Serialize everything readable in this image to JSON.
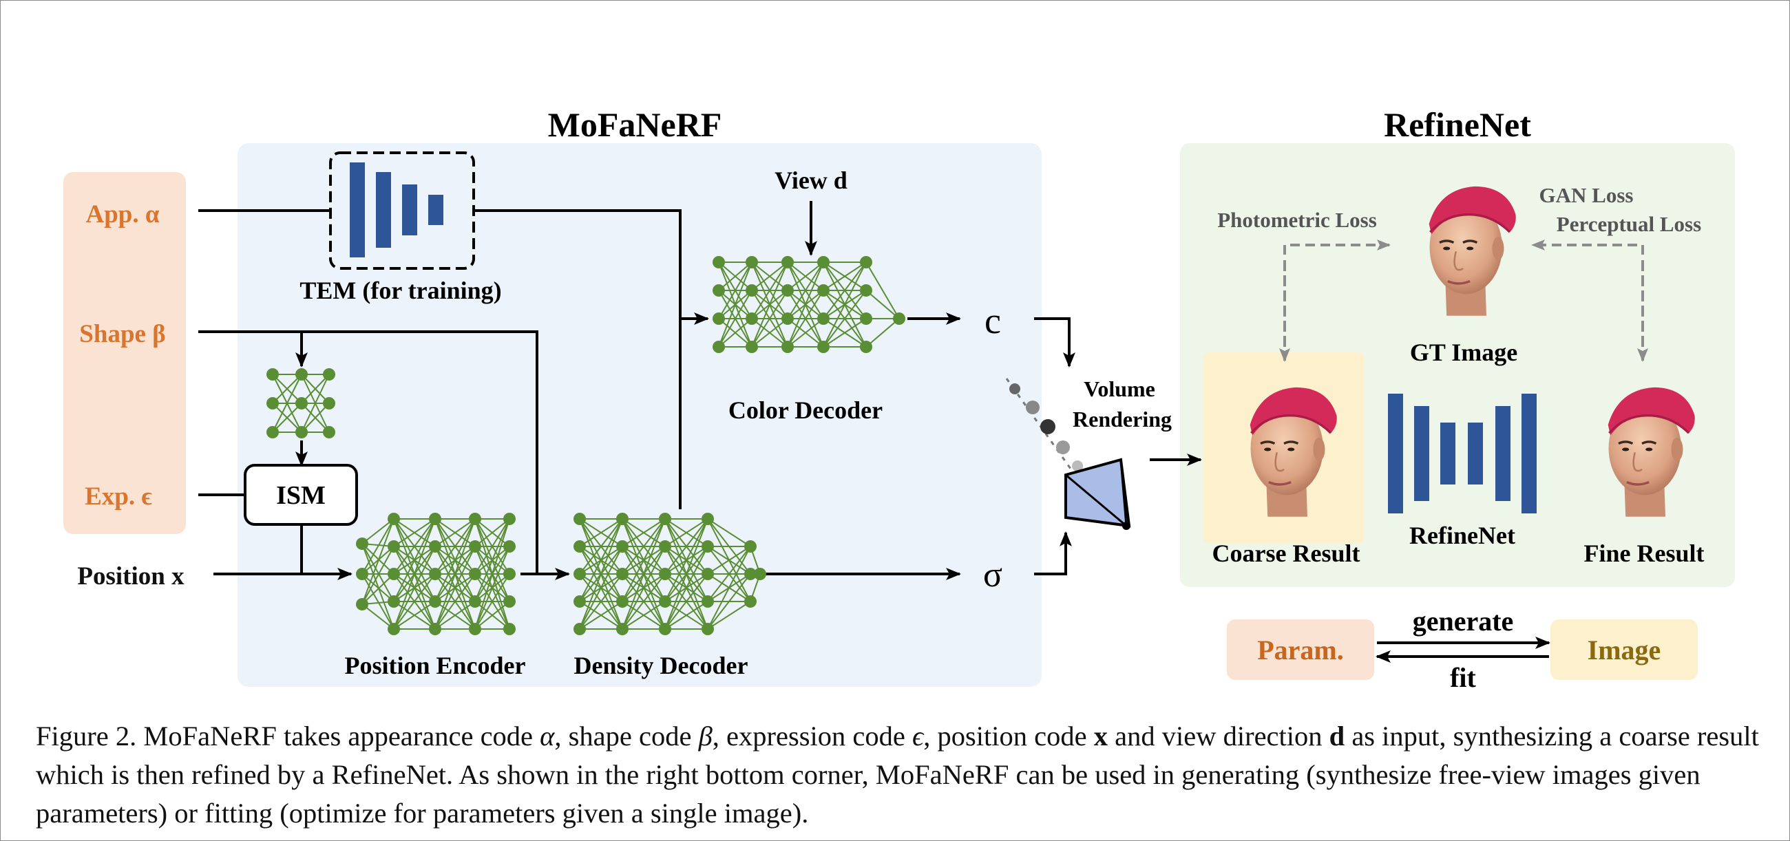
{
  "figure": {
    "sections": {
      "mofanerf_title": "MoFaNeRF",
      "refinenet_title": "RefineNet"
    },
    "inputs": {
      "app": "App. α",
      "shape": "Shape β",
      "exp": "Exp. ϵ",
      "position": "Position x"
    },
    "modules": {
      "tem": "TEM (for training)",
      "ism": "ISM",
      "position_encoder": "Position Encoder",
      "density_decoder": "Density Decoder",
      "color_decoder": "Color Decoder",
      "view": "View d"
    },
    "outputs": {
      "color": "c",
      "density": "σ",
      "volume_rendering_1": "Volume",
      "volume_rendering_2": "Rendering"
    },
    "refine": {
      "photometric_loss": "Photometric Loss",
      "gan_loss": "GAN Loss",
      "perceptual_loss": "Perceptual Loss",
      "gt_image": "GT Image",
      "coarse_result": "Coarse Result",
      "refinenet_label": "RefineNet",
      "fine_result": "Fine Result"
    },
    "legend": {
      "param": "Param.",
      "image": "Image",
      "generate": "generate",
      "fit": "fit"
    }
  },
  "caption": {
    "p1": "Figure 2.  MoFaNeRF takes appearance code ",
    "alpha": "α",
    "p2": ", shape code ",
    "beta": "β",
    "p3": ", expression code ",
    "eps": "ϵ",
    "p4": ", position code ",
    "x": "x",
    "p5": " and view direction ",
    "d": "d",
    "p6": " as input, synthesizing a coarse result which is then refined by a RefineNet.  As shown in the right bottom corner, MoFaNeRF can be used in generating (synthesize free-view images given parameters) or fitting (optimize for parameters given a single image)."
  },
  "colors": {
    "mofanerf_bg": "#edf3fb",
    "refinenet_bg": "#eef5e9",
    "input_bg": "#fbe3d3",
    "input_text": "#d9752e",
    "param_text": "#c8651e",
    "image_bg": "#fdf1cd",
    "image_text": "#8a6a10",
    "bar_blue": "#2e5597",
    "net_green": "#5a8e34",
    "coarse_bg": "#fdf1cd"
  }
}
